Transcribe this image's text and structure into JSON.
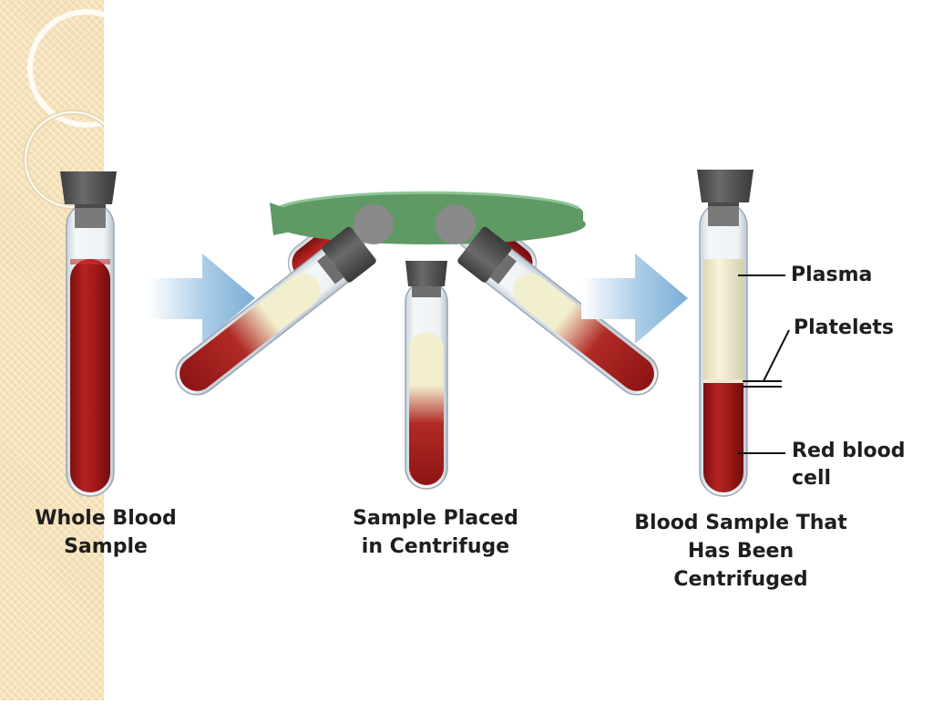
{
  "panels": {
    "whole": {
      "caption": "Whole Blood\nSample"
    },
    "centrifuge": {
      "caption": "Sample Placed\nin Centrifuge"
    },
    "done": {
      "caption": "Blood Sample That\nHas Been\nCentrifuged"
    }
  },
  "layers": {
    "plasma": "Plasma",
    "platelets": "Platelets",
    "red_cells": "Red blood\ncell"
  },
  "colors": {
    "blood": "#a31a1a",
    "blood_dark": "#7d1010",
    "plasma": "#f2efcf",
    "cap": "#555555",
    "rotation_arrow": "#5f9966",
    "flow_arrow": "#86b4d8",
    "side_strip": "#f6e2b9"
  },
  "icons": [
    "rotation-arrow-icon",
    "flow-arrow-icon"
  ]
}
